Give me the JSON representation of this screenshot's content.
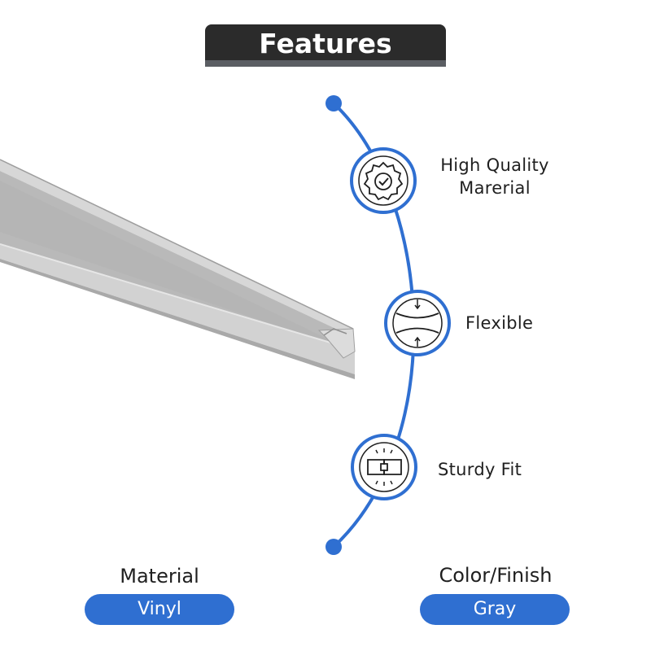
{
  "header": {
    "title": "Features"
  },
  "features": [
    {
      "label_line1": "High Quality",
      "label_line2": "Marerial",
      "icon": "quality-badge-icon"
    },
    {
      "label": "Flexible",
      "icon": "flex-compress-icon"
    },
    {
      "label": "Sturdy Fit",
      "icon": "puzzle-fit-icon"
    }
  ],
  "specs": {
    "material": {
      "label": "Material",
      "value": "Vinyl"
    },
    "finish": {
      "label": "Color/Finish",
      "value": "Gray"
    }
  },
  "colors": {
    "accent": "#2f6fd1",
    "banner": "#2b2b2b",
    "product": "#c9c9c9"
  }
}
